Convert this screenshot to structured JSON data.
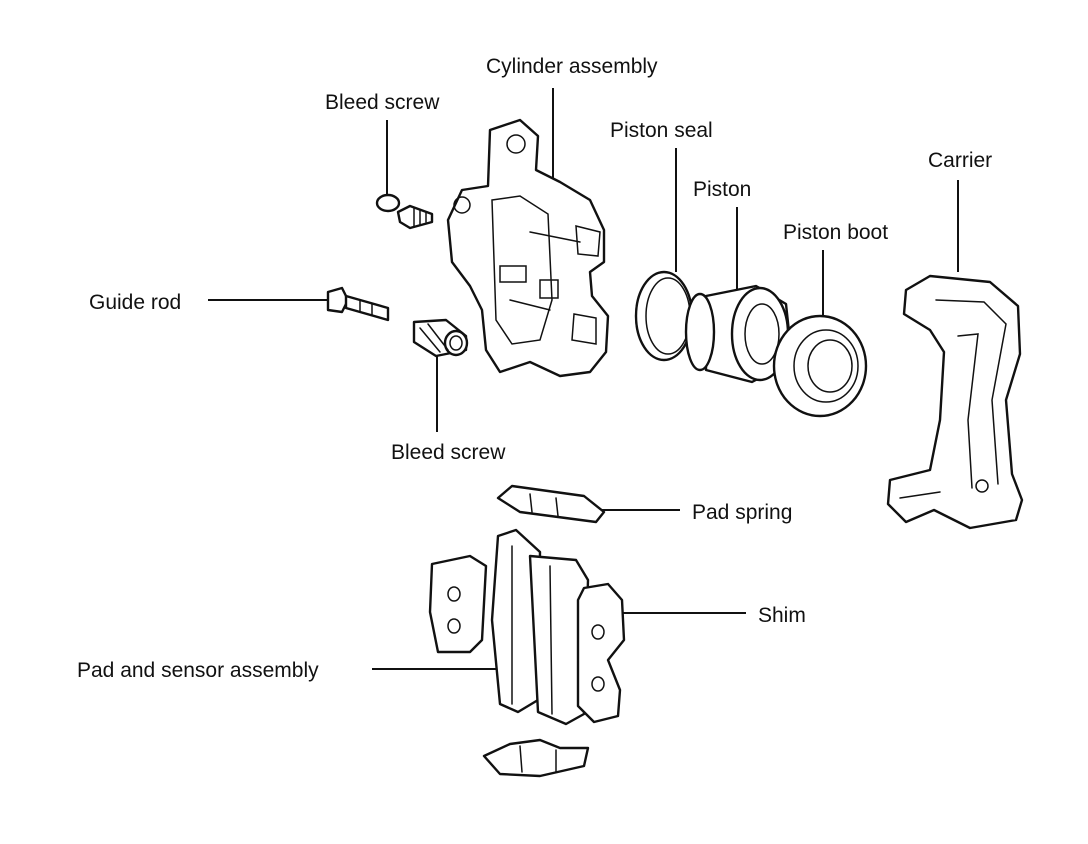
{
  "labels": {
    "cylinder_assembly": "Cylinder assembly",
    "bleed_screw_top": "Bleed screw",
    "piston_seal": "Piston seal",
    "piston": "Piston",
    "piston_boot": "Piston boot",
    "carrier": "Carrier",
    "guide_rod": "Guide rod",
    "bleed_screw_bottom": "Bleed screw",
    "pad_spring": "Pad spring",
    "shim": "Shim",
    "pad_and_sensor_assembly": "Pad and sensor assembly"
  }
}
